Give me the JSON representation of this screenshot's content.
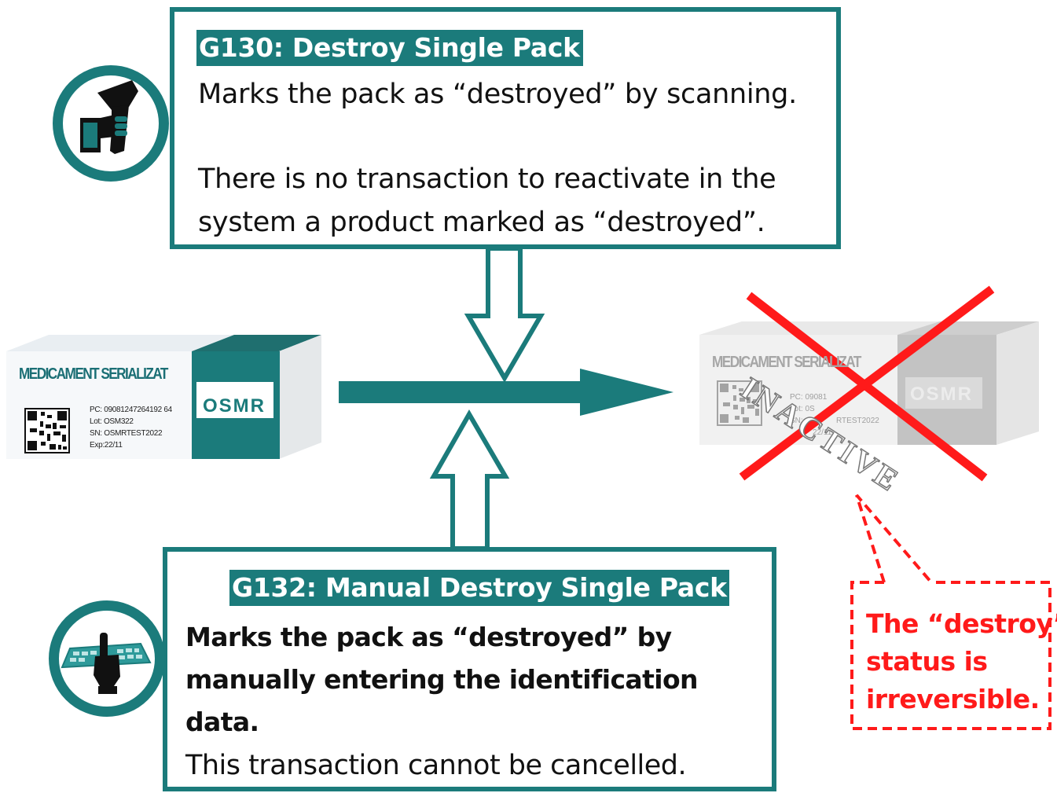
{
  "top_box": {
    "title": "G130: Destroy Single Pack",
    "line1": "Marks the pack as “destroyed” by scanning.",
    "line2": "There is no transaction to reactivate in the",
    "line3": "system a product marked as “destroyed”."
  },
  "bottom_box": {
    "title": "G132: Manual Destroy Single Pack",
    "line1": "Marks the pack as “destroyed” by",
    "line2": "manually entering the identification",
    "line3": "data.",
    "line4": "This transaction cannot be cancelled."
  },
  "active_pack": {
    "title": "MEDICAMENT SERIALIZAT",
    "pc": "PC: 09081247264192 64",
    "lot": "Lot: OSM322",
    "sn": "SN: OSMRTEST2022",
    "exp": "Exp:22/11",
    "brand": "OSMR"
  },
  "inactive_pack": {
    "title": "MEDICAMENT SERIALIZAT",
    "pc": "PC: 09081",
    "lot": "Lot: 0S",
    "sn": "SN:",
    "sn_suffix": "RTEST2022",
    "exp": "22/11",
    "brand": "OSMR",
    "stamp": "INACTIVE"
  },
  "callout": {
    "line1": "The “destroy”",
    "line2": "status is",
    "line3": "irreversible."
  },
  "colors": {
    "teal": "#1b7b7b",
    "red": "#ff1a1a"
  },
  "icons": {
    "top": "barcode-scanner-icon",
    "bottom": "hand-keypad-icon"
  }
}
